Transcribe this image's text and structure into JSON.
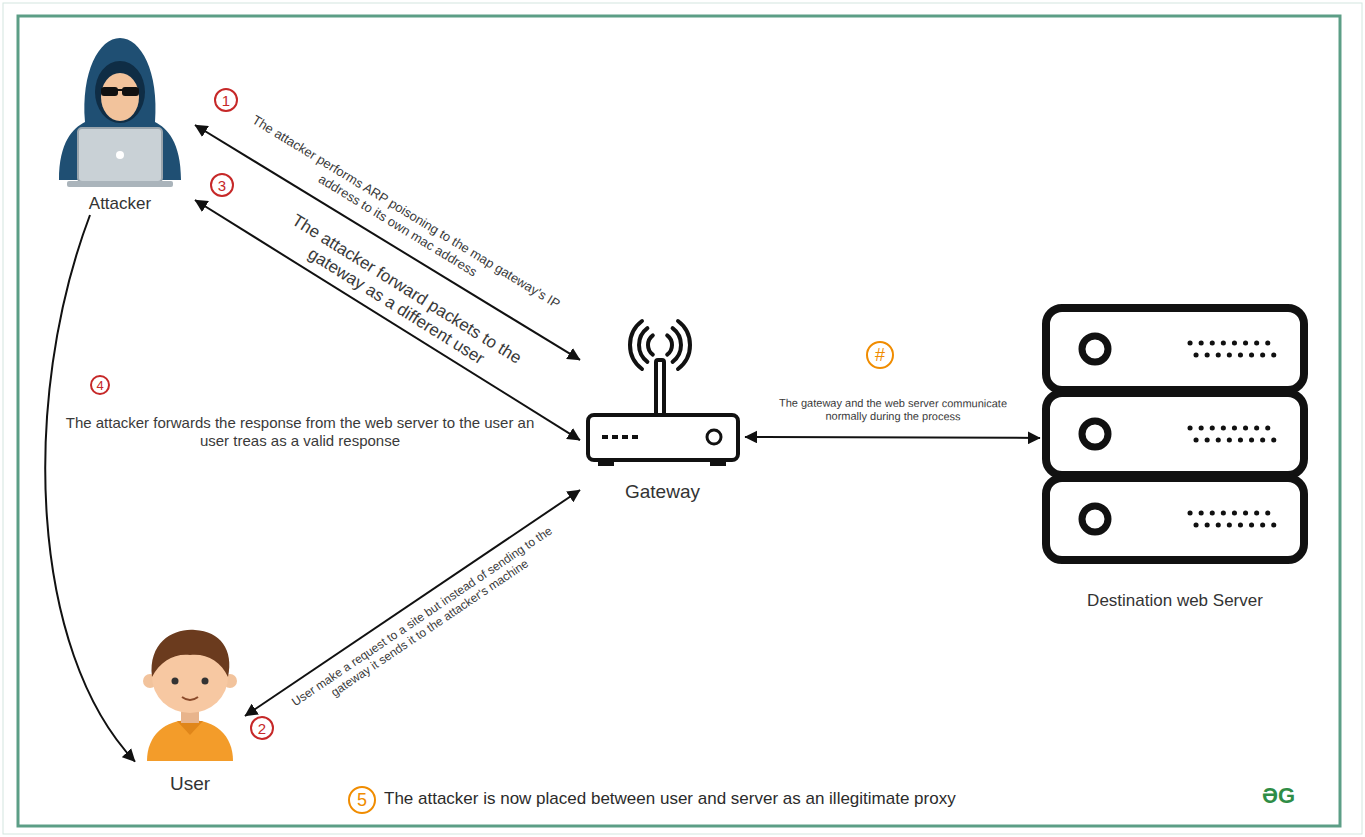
{
  "diagram": {
    "nodes": [
      {
        "text": [
          "Attacker"
        ]
      },
      {
        "text": [
          "Gateway"
        ]
      },
      {
        "text": [
          "Destination web Server"
        ]
      },
      {
        "text": [
          "User"
        ]
      }
    ],
    "edges": [
      {
        "from": 0,
        "to": 1,
        "arrow": "both",
        "label": "The attacker performs ARP poisoning to the map gateway's IP address to its own mac address"
      },
      {
        "from": 0,
        "to": 1,
        "arrow": "both",
        "label": "The attacker forward packets to the gateway as a different user"
      },
      {
        "from": 3,
        "to": 1,
        "arrow": "both",
        "label": "User make a request to a site but instead of sending to the gateway it sends it to the attacker's machine"
      },
      {
        "from": 1,
        "to": 2,
        "arrow": "both",
        "label": "The gateway and the web server communicate normally during the process"
      },
      {
        "from": 0,
        "to": 3,
        "arrow": "to",
        "label": "The attacker forwards the response from the web server to the user an user treas as a valid response"
      }
    ],
    "labels": [
      "1",
      "3",
      "4",
      "2",
      "#",
      "5",
      "The attacker is now placed between user and server as an illegitimate proxy",
      "ƏG"
    ]
  }
}
